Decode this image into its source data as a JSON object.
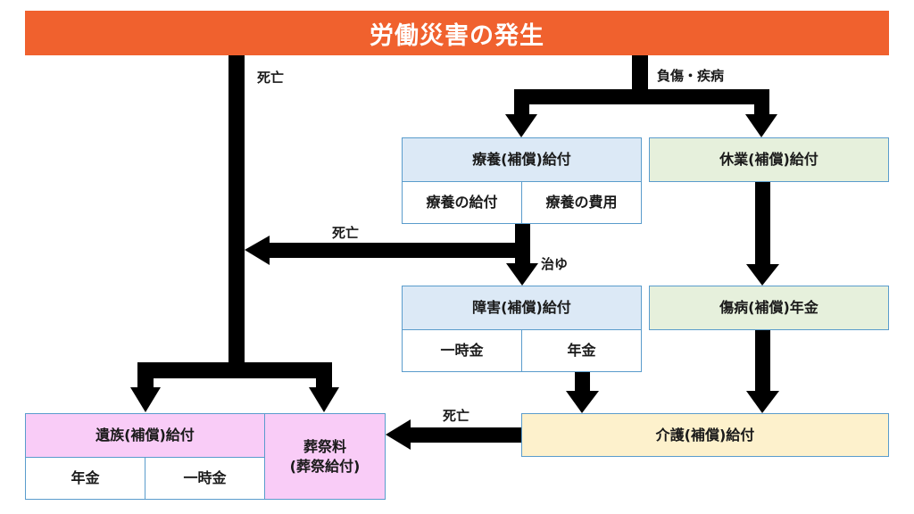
{
  "title": "労働災害の発生",
  "colors": {
    "banner": "#f0612e",
    "treatment_box": "#dce9f6",
    "leave_box": "#e6f0dc",
    "care_box": "#fdf1cc",
    "survivor_box": "#f9ccf7",
    "border": "#5a9ccc",
    "arrow": "#000000"
  },
  "edge_labels": {
    "death_top": "死亡",
    "injury_illness": "負傷・疾病",
    "death_middle": "死亡",
    "cured": "治ゆ",
    "death_bottom": "死亡"
  },
  "nodes": {
    "medical": {
      "title": "療養(補償)給付",
      "sub": [
        "療養の給付",
        "療養の費用"
      ]
    },
    "leave": {
      "title": "休業(補償)給付"
    },
    "disability": {
      "title": "障害(補償)給付",
      "sub": [
        "一時金",
        "年金"
      ]
    },
    "injury_pension": {
      "title": "傷病(補償)年金"
    },
    "care": {
      "title": "介護(補償)給付"
    },
    "survivor": {
      "title": "遺族(補償)給付",
      "sub": [
        "年金",
        "一時金"
      ]
    },
    "funeral": {
      "title": "葬祭料",
      "subtitle": "(葬祭給付)"
    }
  }
}
